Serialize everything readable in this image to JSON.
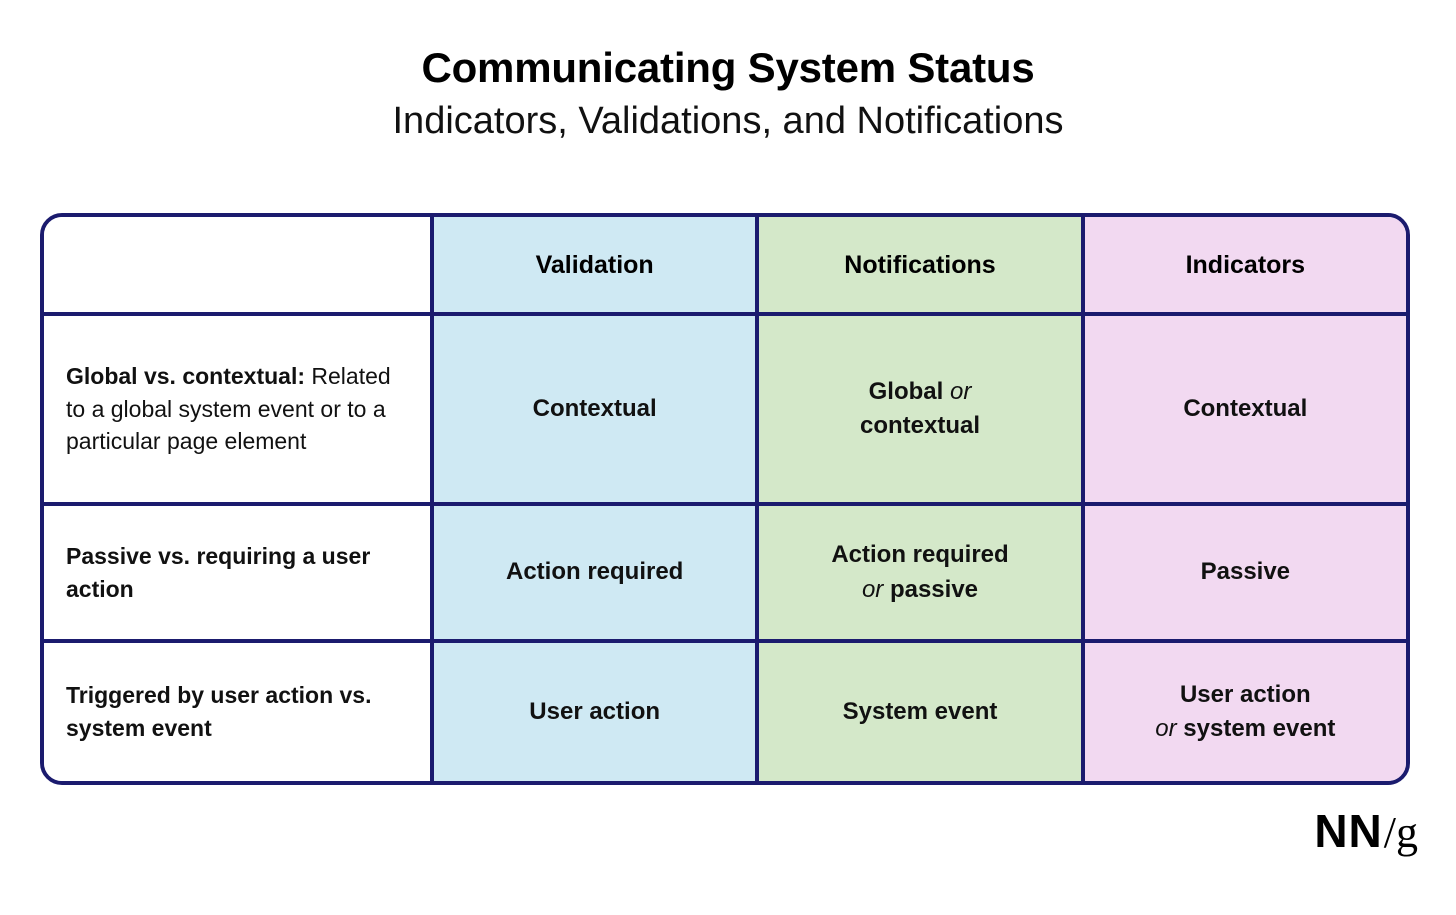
{
  "title": {
    "main": "Communicating System Status",
    "sub": "Indicators, Validations, and Notifications"
  },
  "colors": {
    "border": "#1b1b6e",
    "validation_bg": "#cfe9f3",
    "notifications_bg": "#d4e8c9",
    "indicators_bg": "#f2d9f1",
    "text": "#111111",
    "page_bg": "#ffffff"
  },
  "table": {
    "corner_label": "",
    "columns": [
      {
        "key": "validation",
        "label": "Validation"
      },
      {
        "key": "notifications",
        "label": "Notifications"
      },
      {
        "key": "indicators",
        "label": "Indicators"
      }
    ],
    "rows": [
      {
        "label_strong": "Global vs. contextual:",
        "label_normal": "Related to a global system event or to a particular page element",
        "validation": {
          "lead": "Contextual",
          "or": "",
          "tail": ""
        },
        "notifications": {
          "lead": "Global",
          "or": "or",
          "tail": "contextual"
        },
        "indicators": {
          "lead": "Contextual",
          "or": "",
          "tail": ""
        }
      },
      {
        "label_strong": "Passive vs. requiring a user action",
        "label_normal": "",
        "validation": {
          "lead": "Action required",
          "or": "",
          "tail": ""
        },
        "notifications": {
          "lead": "Action required",
          "or": "or",
          "tail": "passive"
        },
        "indicators": {
          "lead": "Passive",
          "or": "",
          "tail": ""
        }
      },
      {
        "label_strong": "Triggered by user action vs. system event",
        "label_normal": "",
        "validation": {
          "lead": "User action",
          "or": "",
          "tail": ""
        },
        "notifications": {
          "lead": "System event",
          "or": "",
          "tail": ""
        },
        "indicators": {
          "lead": "User action",
          "or": "or",
          "tail": "system event"
        }
      }
    ]
  },
  "logo": {
    "nn": "NN",
    "slash_g": "/g"
  }
}
